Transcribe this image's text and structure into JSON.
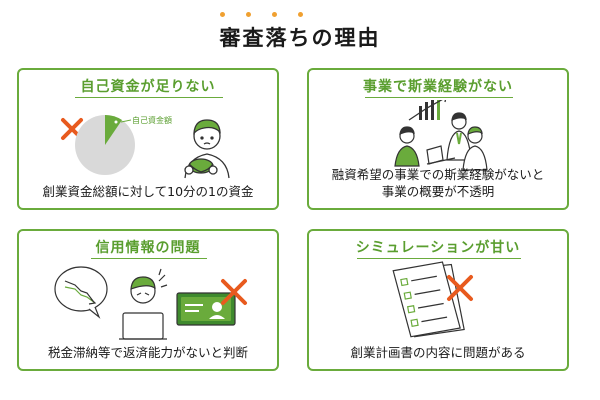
{
  "title": "審査落ちの理由",
  "colors": {
    "accent": "#6aab3c",
    "title_green": "#5a9e2f",
    "cross": "#e85a1e",
    "dots": "#f0a030"
  },
  "cards": [
    {
      "title": "自己資金が足りない",
      "caption": "創業資金総額に対して10分の1の資金",
      "pie_label": "自己資金額"
    },
    {
      "title": "事業で斯業経験がない",
      "caption_line1": "融資希望の事業での斯業経験がないと",
      "caption_line2": "事業の概要が不透明"
    },
    {
      "title": "信用情報の問題",
      "caption": "税金滞納等で返済能力がないと判断"
    },
    {
      "title": "シミュレーションが甘い",
      "caption": "創業計画書の内容に問題がある"
    }
  ]
}
